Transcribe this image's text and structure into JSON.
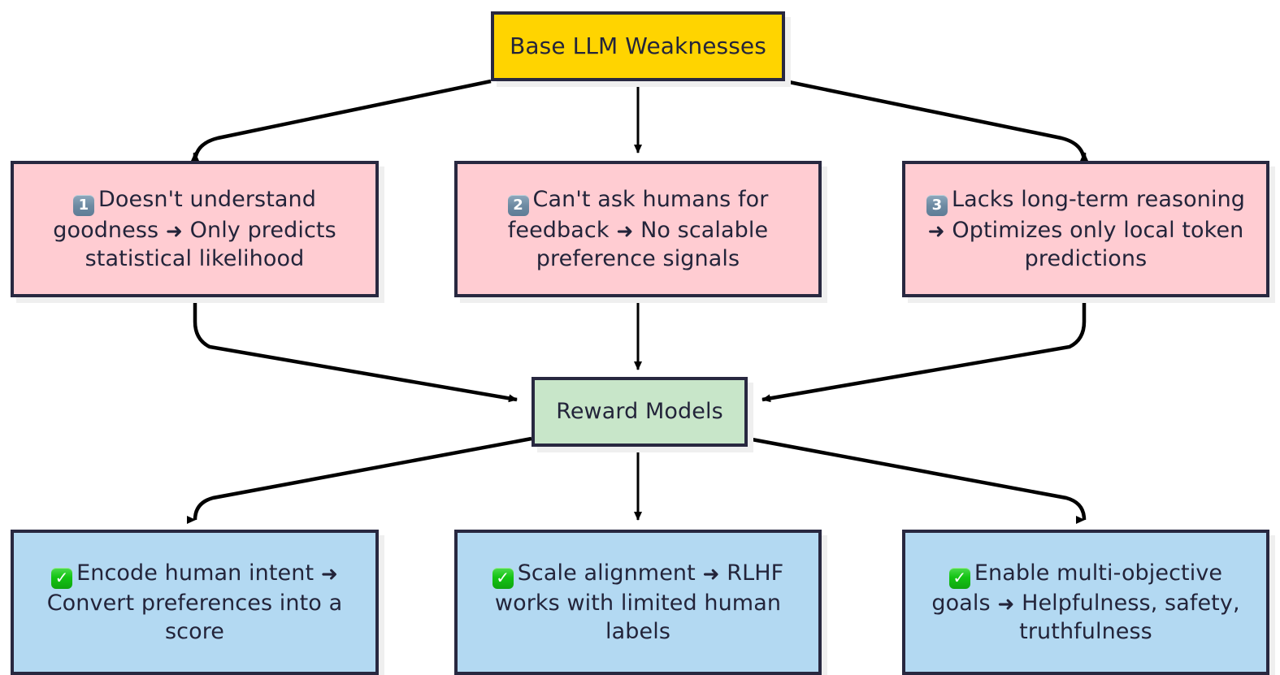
{
  "diagram": {
    "type": "flowchart",
    "direction": "top-down",
    "background": "#ffffff",
    "border_color": "#282840",
    "shadow_color": "#efefef"
  },
  "root": {
    "id": "base-llm-weaknesses",
    "label": "Base LLM Weaknesses",
    "color": "#ffd400",
    "shape": "rect"
  },
  "weaknesses": {
    "color": "#ffccd2",
    "items": [
      {
        "id": "weakness-1",
        "badge": "1",
        "badge_icon": "keycap-one-icon",
        "text_a": "Doesn't understand goodness",
        "arrow": "➜",
        "text_b": "Only predicts statistical likelihood",
        "full": "1️⃣ Doesn't understand goodness ➜ Only predicts statistical likelihood"
      },
      {
        "id": "weakness-2",
        "badge": "2",
        "badge_icon": "keycap-two-icon",
        "text_a": "Can't ask humans for feedback",
        "arrow": "➜",
        "text_b": "No scalable preference signals",
        "full": "2️⃣ Can't ask humans for feedback ➜ No scalable preference signals"
      },
      {
        "id": "weakness-3",
        "badge": "3",
        "badge_icon": "keycap-three-icon",
        "text_a": "Lacks long-term reasoning",
        "arrow": "➜",
        "text_b": "Optimizes only local token predictions",
        "full": "3️⃣ Lacks long-term reasoning ➜ Optimizes only local token predictions"
      }
    ]
  },
  "hub": {
    "id": "reward-models",
    "label": "Reward Models",
    "color": "#c8e6c9",
    "shape": "rect"
  },
  "benefits": {
    "color": "#b3d9f2",
    "items": [
      {
        "id": "benefit-1",
        "badge": "✓",
        "badge_icon": "check-mark-button-icon",
        "text_a": "Encode human intent",
        "arrow": "➜",
        "text_b": "Convert preferences into a score",
        "full": "✅ Encode human intent ➜ Convert preferences into a score"
      },
      {
        "id": "benefit-2",
        "badge": "✓",
        "badge_icon": "check-mark-button-icon",
        "text_a": "Scale alignment",
        "arrow": "➜",
        "text_b": "RLHF works with limited human labels",
        "full": "✅ Scale alignment ➜ RLHF works with limited human labels"
      },
      {
        "id": "benefit-3",
        "badge": "✓",
        "badge_icon": "check-mark-button-icon",
        "text_a": "Enable multi-objective goals",
        "arrow": "➜",
        "text_b": "Helpfulness, safety, truthfulness",
        "full": "✅ Enable multi-objective goals ➜ Helpfulness, safety, truthfulness"
      }
    ]
  },
  "edges": [
    {
      "from": "base-llm-weaknesses",
      "to": "weakness-1",
      "style": "curved-arrow"
    },
    {
      "from": "base-llm-weaknesses",
      "to": "weakness-2",
      "style": "straight-arrow"
    },
    {
      "from": "base-llm-weaknesses",
      "to": "weakness-3",
      "style": "curved-arrow"
    },
    {
      "from": "weakness-1",
      "to": "reward-models",
      "style": "curved-arrow"
    },
    {
      "from": "weakness-2",
      "to": "reward-models",
      "style": "straight-arrow"
    },
    {
      "from": "weakness-3",
      "to": "reward-models",
      "style": "curved-arrow"
    },
    {
      "from": "reward-models",
      "to": "benefit-1",
      "style": "curved-arrow"
    },
    {
      "from": "reward-models",
      "to": "benefit-2",
      "style": "straight-arrow"
    },
    {
      "from": "reward-models",
      "to": "benefit-3",
      "style": "curved-arrow"
    }
  ]
}
